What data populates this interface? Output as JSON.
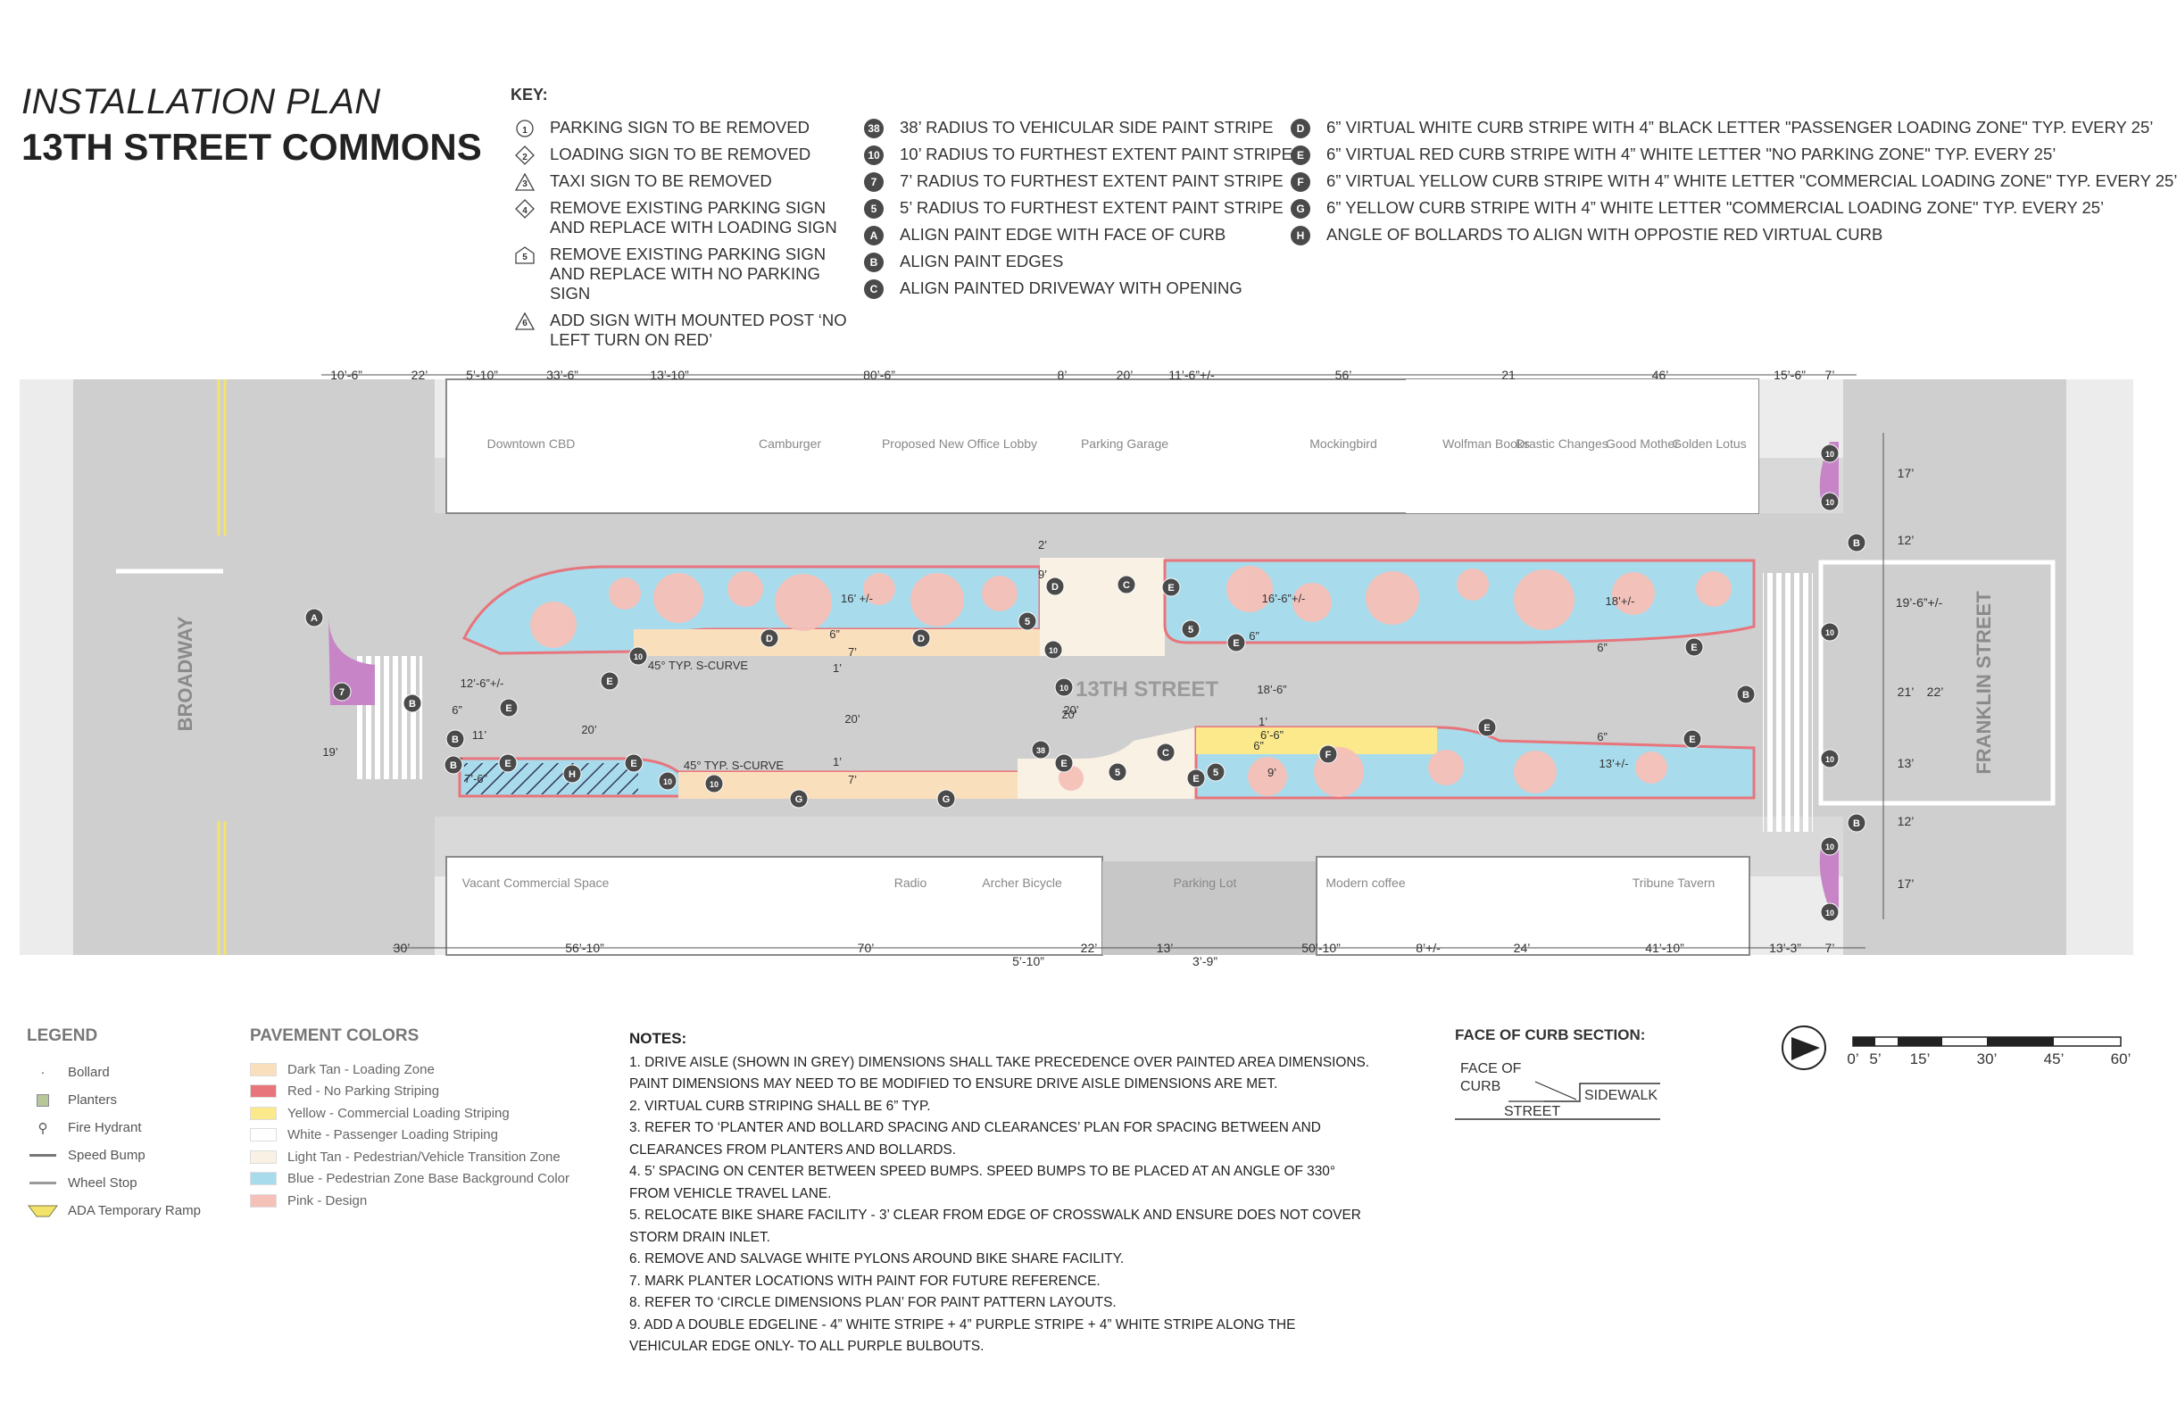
{
  "title": {
    "line1": "INSTALLATION PLAN",
    "line2": "13TH STREET COMMONS"
  },
  "key": {
    "heading": "KEY:",
    "col1": [
      {
        "badge": "1",
        "shape": "circle",
        "text": "PARKING SIGN TO BE REMOVED"
      },
      {
        "badge": "2",
        "shape": "diamond",
        "text": "LOADING SIGN TO BE REMOVED"
      },
      {
        "badge": "3",
        "shape": "triangle",
        "text": "TAXI SIGN TO BE REMOVED"
      },
      {
        "badge": "4",
        "shape": "diamond",
        "text": "REMOVE EXISTING PARKING SIGN AND REPLACE WITH LOADING SIGN"
      },
      {
        "badge": "5",
        "shape": "house",
        "text": "REMOVE EXISTING PARKING SIGN AND REPLACE WITH NO PARKING SIGN"
      },
      {
        "badge": "6",
        "shape": "triangle",
        "text": "ADD SIGN WITH MOUNTED POST ‘NO LEFT TURN ON RED’"
      }
    ],
    "col2": [
      {
        "badge": "38",
        "text": "38’ RADIUS TO VEHICULAR SIDE PAINT STRIPE"
      },
      {
        "badge": "10",
        "text": "10’ RADIUS TO FURTHEST EXTENT PAINT STRIPE"
      },
      {
        "badge": "7",
        "text": "7’  RADIUS TO FURTHEST EXTENT PAINT STRIPE"
      },
      {
        "badge": "5",
        "text": "5’ RADIUS TO FURTHEST EXTENT PAINT STRIPE"
      },
      {
        "badge": "A",
        "text": "ALIGN PAINT EDGE WITH FACE OF CURB"
      },
      {
        "badge": "B",
        "text": "ALIGN PAINT EDGES"
      },
      {
        "badge": "C",
        "text": "ALIGN PAINTED DRIVEWAY WITH OPENING"
      }
    ],
    "col3": [
      {
        "badge": "D",
        "text": "6” VIRTUAL WHITE CURB STRIPE WITH 4” BLACK LETTER \"PASSENGER LOADING ZONE\" TYP. EVERY 25’"
      },
      {
        "badge": "E",
        "text": "6” VIRTUAL RED CURB STRIPE WITH 4” WHITE LETTER \"NO PARKING ZONE\" TYP. EVERY 25’"
      },
      {
        "badge": "F",
        "text": "6” VIRTUAL YELLOW CURB STRIPE WITH 4” WHITE LETTER \"COMMERCIAL LOADING ZONE\" TYP. EVERY 25’"
      },
      {
        "badge": "G",
        "text": "6” YELLOW CURB STRIPE WITH 4” WHITE LETTER \"COMMERCIAL LOADING ZONE\" TYP. EVERY 25’"
      },
      {
        "badge": "H",
        "text": "ANGLE OF BOLLARDS TO ALIGN WITH OPPOSTIE RED VIRTUAL CURB"
      }
    ]
  },
  "plan": {
    "streets": {
      "broadway": "BROADWAY",
      "franklin": "FRANKLIN STREET",
      "thirteenth": "13TH STREET"
    },
    "north_businesses": [
      "Downtown CBD",
      "Camburger",
      "Proposed New Office Lobby",
      "Parking Garage",
      "Mockingbird",
      "Wolfman Books",
      "Drastic Changes",
      "Good Mother",
      "Golden Lotus"
    ],
    "south_businesses": [
      "Vacant Commercial Space",
      "Radio",
      "Archer Bicycle",
      "Parking Lot",
      "Modern coffee",
      "Tribune Tavern"
    ],
    "top_dims": [
      "10’-6”",
      "22’",
      "5’-10”",
      "33’-6”",
      "13’-10”",
      "80’-6”",
      "8’",
      "20’",
      "11’-6”+/-",
      "56’",
      "21",
      "46’",
      "15’-6”",
      "7’"
    ],
    "bottom_dims": [
      "30’",
      "56’-10”",
      "70’",
      "5’-10”",
      "22’",
      "13’",
      "3’-9”",
      "50’-10”",
      "8’+/-",
      "24’",
      "41’-10”",
      "13’-3”",
      "7’"
    ],
    "right_dims": [
      "17’",
      "12’",
      "19’-6”+/-",
      "21’",
      "22’",
      "13’",
      "12’",
      "17’"
    ],
    "inner_dims": [
      "12’-6”+/-",
      "6”",
      "11’",
      "6”",
      "7’-6”",
      "20’",
      "19’",
      "20’",
      "16’ +/-",
      "6”",
      "7’",
      "1’",
      "20’",
      "1’",
      "7’",
      "2’",
      "9’",
      "20’",
      "16’-6”+/-",
      "6”",
      "18’-6”",
      "1’",
      "6’-6”",
      "6”",
      "9’",
      "18’+/-",
      "6”",
      "6”",
      "13’+/-",
      "45° TYP. S-CURVE",
      "45° TYP. S-CURVE"
    ]
  },
  "legend": {
    "heading": "LEGEND",
    "items": [
      "Bollard",
      "Planters",
      "Fire Hydrant",
      "Speed Bump",
      "Wheel Stop",
      "ADA Temporary Ramp"
    ]
  },
  "pavement": {
    "heading": "PAVEMENT COLORS",
    "items": [
      {
        "label": "Dark Tan - Loading Zone",
        "color": "#f9dfbc"
      },
      {
        "label": "Red - No Parking Striping",
        "color": "#e8747c"
      },
      {
        "label": "Yellow - Commercial Loading Striping",
        "color": "#fbe98b"
      },
      {
        "label": "White - Passenger Loading Striping",
        "color": "#ffffff"
      },
      {
        "label": "Light Tan - Pedestrian/Vehicle Transition Zone",
        "color": "#f8f1e4"
      },
      {
        "label": "Blue - Pedestrian Zone Base Background Color",
        "color": "#a8dced"
      },
      {
        "label": "Pink - Design",
        "color": "#f5c0b8"
      }
    ]
  },
  "notes": {
    "heading": "NOTES:",
    "lines": [
      "1. DRIVE AISLE (SHOWN IN GREY) DIMENSIONS SHALL TAKE PRECEDENCE OVER PAINTED AREA DIMENSIONS.",
      "PAINT DIMENSIONS MAY NEED TO BE MODIFIED TO ENSURE DRIVE AISLE DIMENSIONS ARE MET.",
      "2. VIRTUAL CURB STRIPING SHALL BE 6” TYP.",
      "3. REFER TO ‘PLANTER AND BOLLARD SPACING AND CLEARANCES’ PLAN FOR SPACING BETWEEN AND",
      "CLEARANCES FROM PLANTERS AND BOLLARDS.",
      "4. 5’ SPACING ON CENTER BETWEEN SPEED BUMPS. SPEED BUMPS TO BE PLACED AT AN ANGLE OF 330°",
      "FROM VEHICLE TRAVEL LANE.",
      "5. RELOCATE BIKE SHARE FACILITY - 3’ CLEAR FROM EDGE OF CROSSWALK AND ENSURE DOES NOT COVER",
      "STORM DRAIN INLET.",
      "6. REMOVE AND SALVAGE WHITE PYLONS AROUND BIKE SHARE FACILITY.",
      "7. MARK PLANTER LOCATIONS WITH PAINT FOR FUTURE REFERENCE.",
      "8. REFER TO ‘CIRCLE DIMENSIONS PLAN’ FOR PAINT PATTERN LAYOUTS.",
      "9. ADD A DOUBLE EDGELINE - 4” WHITE STRIPE + 4” PURPLE STRIPE + 4” WHITE STRIPE ALONG THE",
      "VEHICULAR EDGE ONLY- TO ALL PURPLE BULBOUTS."
    ]
  },
  "curb_section": {
    "heading": "FACE OF CURB SECTION:",
    "face": "FACE OF",
    "curb": "CURB",
    "sidewalk": "SIDEWALK",
    "street": "STREET"
  },
  "scale": {
    "labels": [
      "0’",
      "5’",
      "15’",
      "30’",
      "45’",
      "60’"
    ]
  }
}
